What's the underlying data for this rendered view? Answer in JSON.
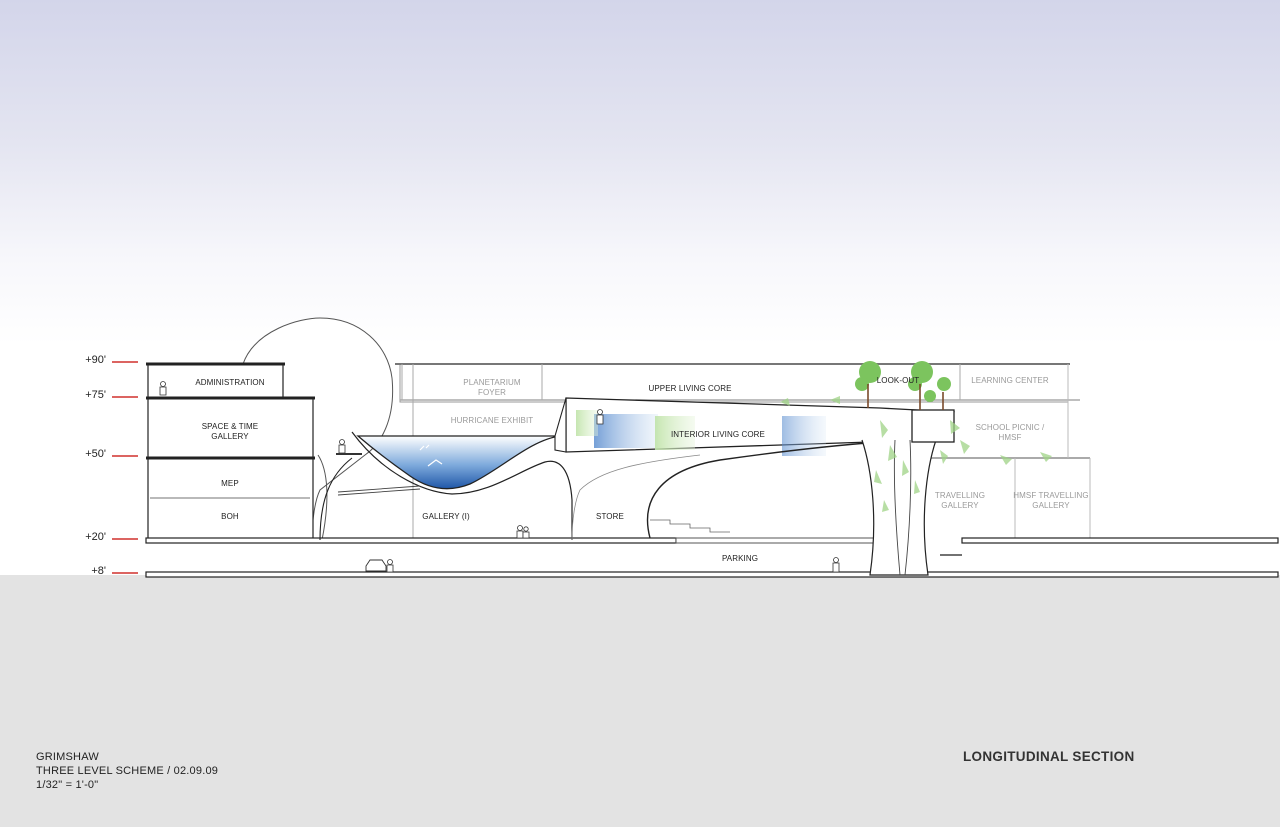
{
  "levels": [
    {
      "label": "+90'"
    },
    {
      "label": "+75'"
    },
    {
      "label": "+50'"
    },
    {
      "label": "+20'"
    },
    {
      "label": "+8'"
    }
  ],
  "spaces": {
    "administration": "ADMINISTRATION",
    "space_time_gallery": "SPACE & TIME\nGALLERY",
    "mep": "MEP",
    "boh": "BOH",
    "planetarium_foyer": "PLANETARIUM\nFOYER",
    "hurricane_exhibit": "HURRICANE EXHIBIT",
    "upper_living_core": "UPPER LIVING CORE",
    "interior_living_core": "INTERIOR LIVING CORE",
    "look_out": "LOOK-OUT",
    "learning_center": "LEARNING CENTER",
    "school_picnic": "SCHOOL PICNIC /\nHMSF",
    "travelling_gallery": "TRAVELLING\nGALLERY",
    "hmsf_travelling_gallery": "HMSF TRAVELLING\nGALLERY",
    "gallery_i": "GALLERY (I)",
    "store": "STORE",
    "parking": "PARKING"
  },
  "credits": {
    "firm": "GRIMSHAW",
    "scheme": "THREE LEVEL SCHEME / 02.09.09",
    "scale": "1/32\" = 1'-0\""
  },
  "title": "LONGITUDINAL SECTION",
  "colors": {
    "level_marker": "#d0312d",
    "water": "#1f63b8",
    "foliage": "#7cc45e",
    "glass": "#8fb3df"
  }
}
